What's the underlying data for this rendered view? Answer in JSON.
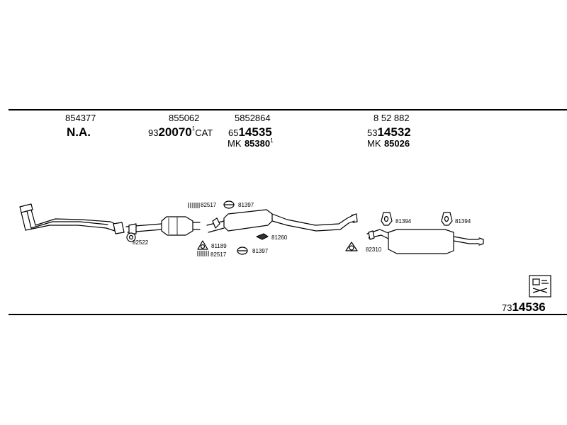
{
  "header": {
    "col1": {
      "ref": "854377",
      "code": "N.A."
    },
    "col2": {
      "ref": "855062",
      "prefix": "93",
      "code": "20070",
      "sup": "1",
      "suffix": "CAT"
    },
    "col3": {
      "ref": "5852864",
      "prefix": "65",
      "code": "14535",
      "mk_label": "MK",
      "mk_code": "85380",
      "mk_sup": "1"
    },
    "col4": {
      "ref": "8 52 882",
      "prefix": "53",
      "code": "14532",
      "mk_label": "MK",
      "mk_code": "85026"
    }
  },
  "parts": {
    "p82517_top": "82517",
    "p81397_top": "81397",
    "p82522": "82522",
    "p81260": "81260",
    "p81189": "81189",
    "p82517_bot": "82517",
    "p81397_bot": "81397",
    "p81394_a": "81394",
    "p81394_b": "81394",
    "p82310": "82310"
  },
  "footer": {
    "prefix": "73",
    "code": "14536"
  },
  "icons": {
    "kit": "kit-box-icon"
  }
}
